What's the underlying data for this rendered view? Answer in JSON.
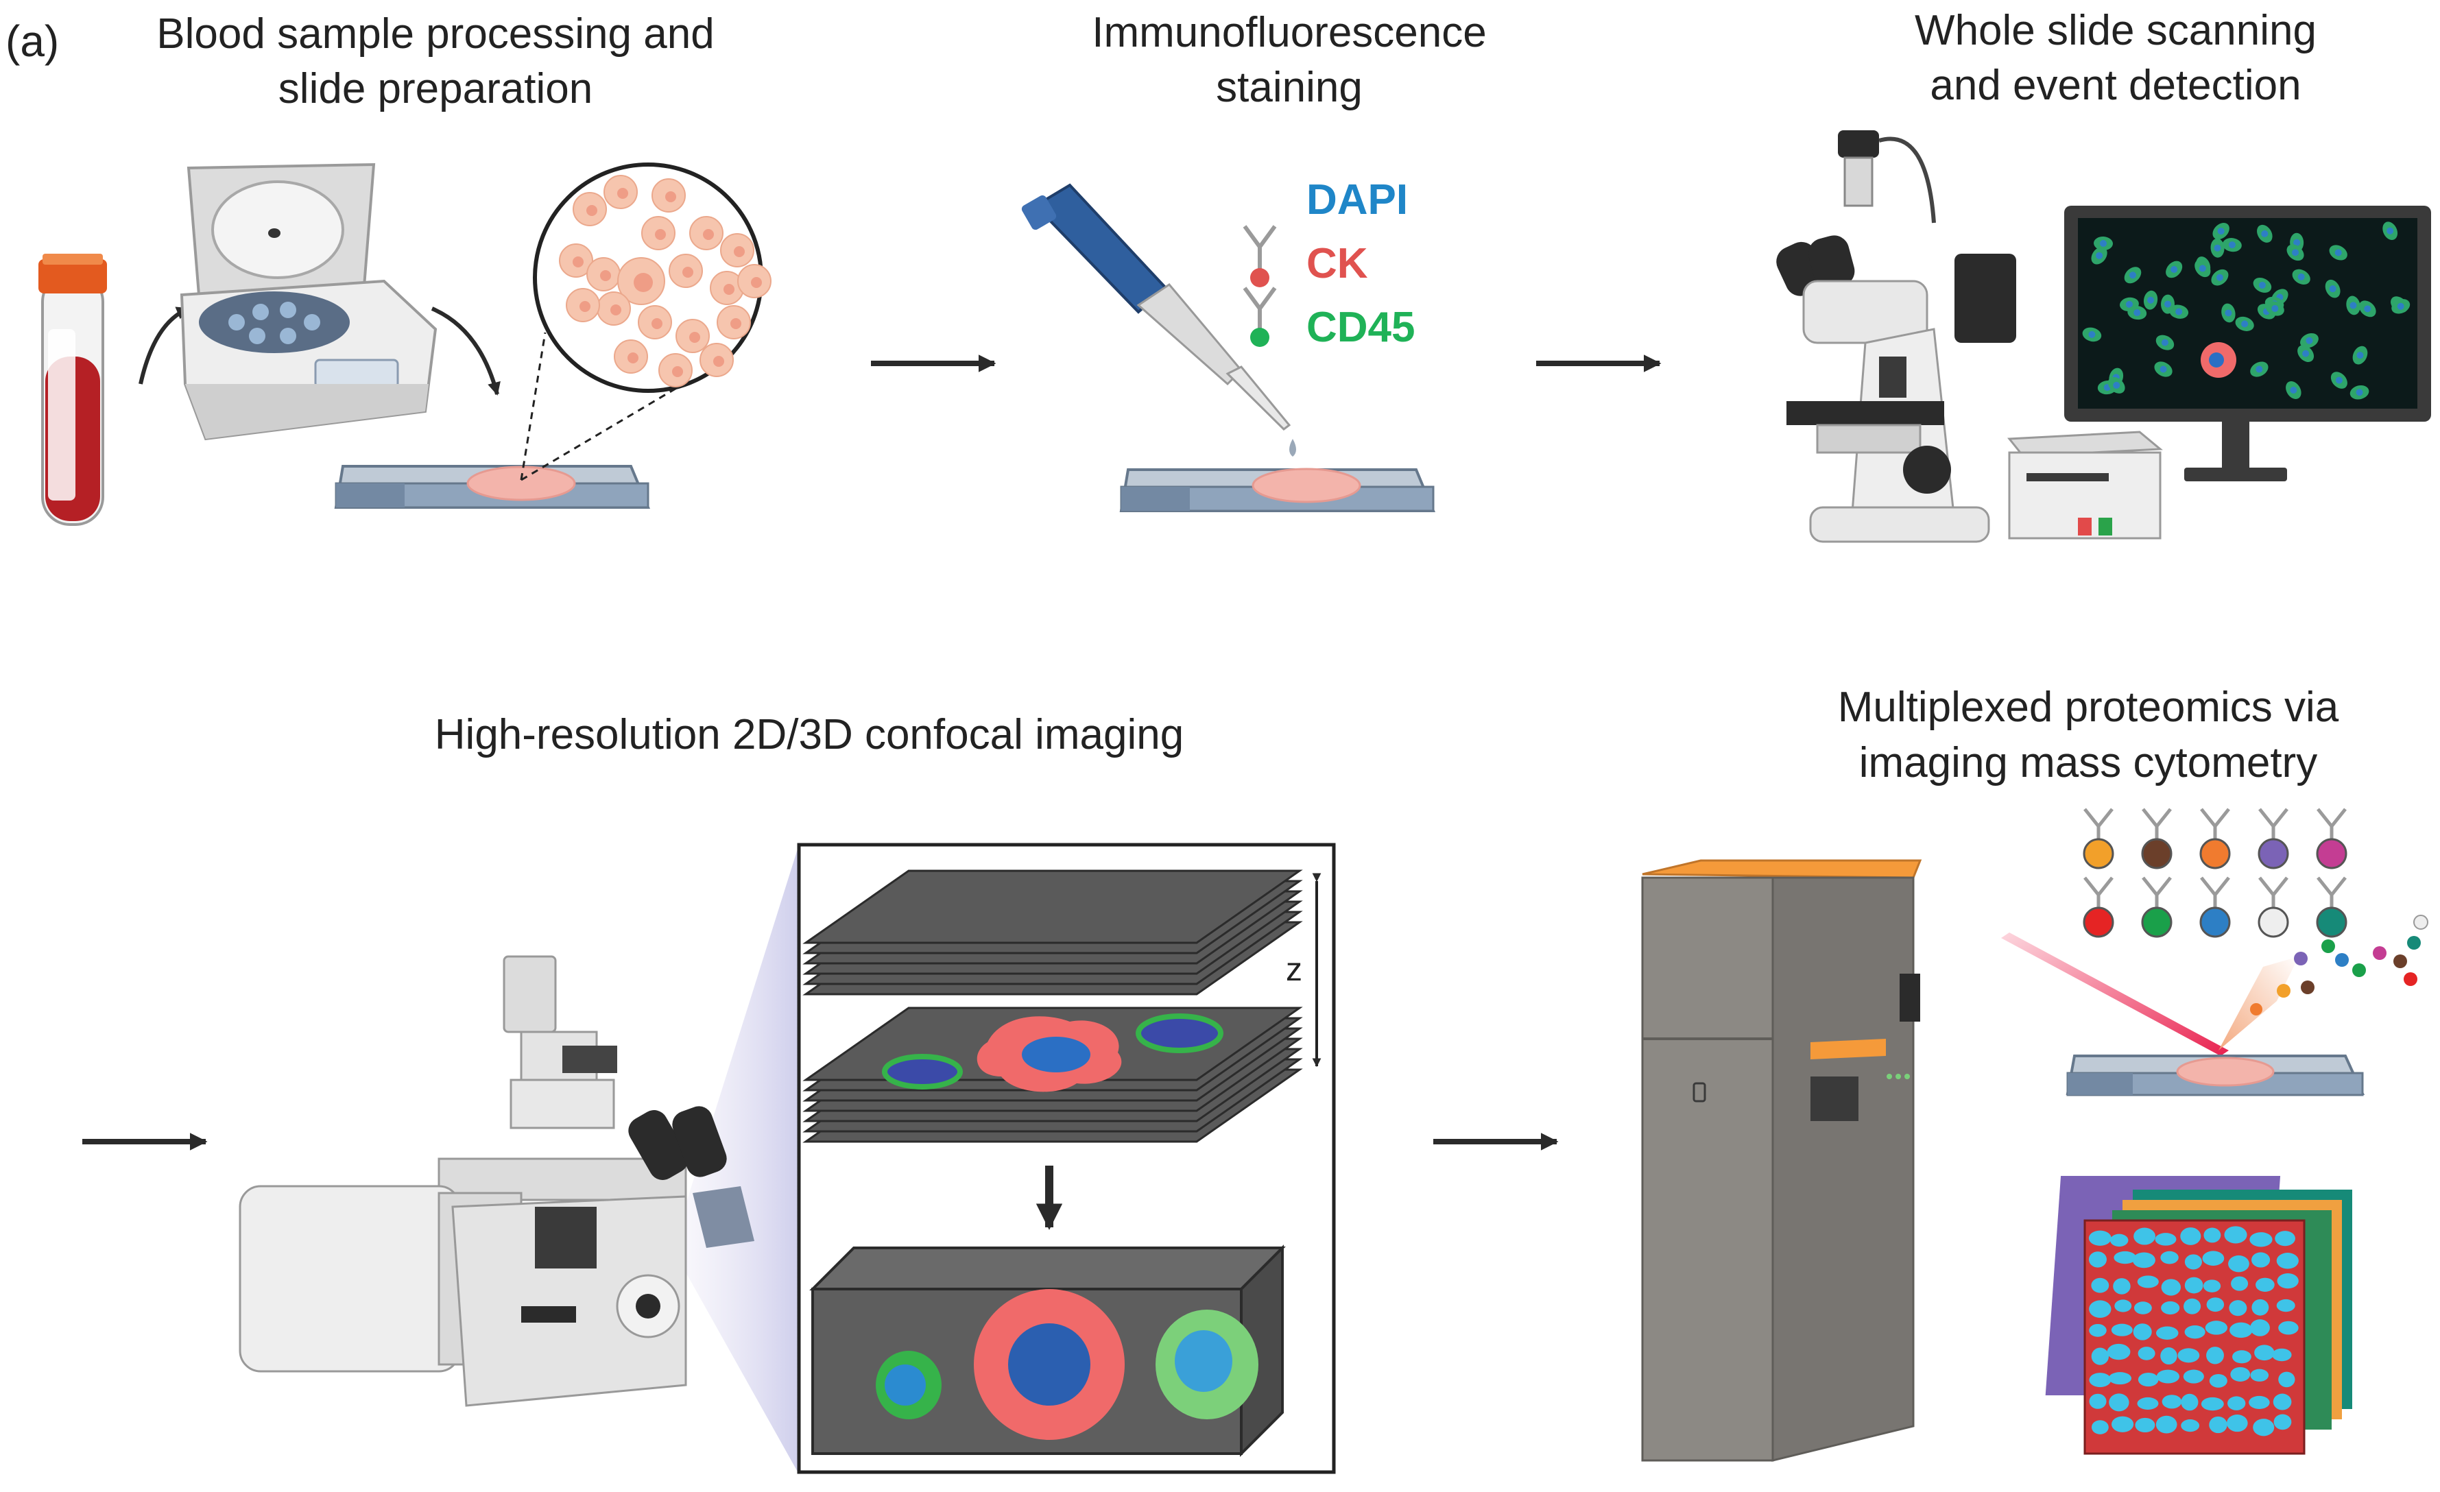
{
  "panel_label": "(a)",
  "steps": {
    "sample_prep": {
      "line1": "Blood sample processing and",
      "line2": "slide preparation"
    },
    "staining": {
      "line1": "Immunofluorescence",
      "line2": "staining"
    },
    "scanning": {
      "line1": "Whole slide scanning",
      "line2": "and event detection"
    },
    "confocal": {
      "line1": "High-resolution 2D/3D confocal imaging"
    },
    "imc": {
      "line1": "Multiplexed proteomics via",
      "line2": "imaging mass cytometry"
    }
  },
  "stains": [
    {
      "label": "DAPI",
      "color": "#1f86c8"
    },
    {
      "label": "CK",
      "color": "#e0524f"
    },
    {
      "label": "CD45",
      "color": "#1fb257"
    }
  ],
  "z_axis_label": "z",
  "colors": {
    "arrow": "#2a2a2a",
    "slide": "#8fa4bc",
    "blood": "#b52025",
    "cell_peach": "#f6c5ae",
    "ck_red": "#f06a6a",
    "nucleus_blue": "#2b6fc4",
    "cd45_green": "#36b34a",
    "instrument_gray": "#8c8984",
    "instrument_orange": "#f59a3a",
    "screen_bg": "#0c1a1a"
  },
  "metal_tag_colors": [
    "#f2a02a",
    "#6b3f2a",
    "#f07b2f",
    "#7b63b6",
    "#c43d93",
    "#e52424",
    "#1aa04a",
    "#2d7fc5",
    "#eeeeee",
    "#168a78"
  ]
}
